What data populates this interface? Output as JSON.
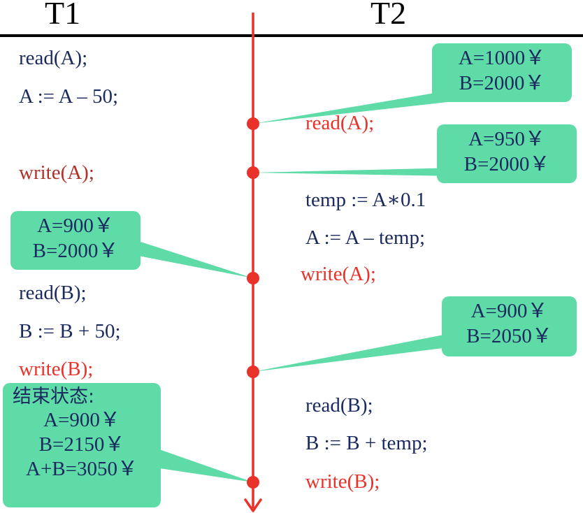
{
  "headers": {
    "t1": "T1",
    "t2": "T2"
  },
  "t1_statements": [
    {
      "text": "read(A);",
      "color": "navy"
    },
    {
      "text": "A := A – 50;",
      "color": "navy"
    },
    {
      "text": "write(A);",
      "color": "dark-red"
    },
    {
      "text": "read(B);",
      "color": "navy"
    },
    {
      "text": "B := B + 50;",
      "color": "navy"
    },
    {
      "text": "write(B);",
      "color": "red"
    }
  ],
  "t2_statements": [
    {
      "text": "read(A);",
      "color": "red"
    },
    {
      "text": "temp := A∗0.1",
      "color": "navy"
    },
    {
      "text": "A := A – temp;",
      "color": "navy"
    },
    {
      "text": "write(A);",
      "color": "red"
    },
    {
      "text": "read(B);",
      "color": "navy"
    },
    {
      "text": "B := B + temp;",
      "color": "navy"
    },
    {
      "text": "write(B);",
      "color": "red"
    }
  ],
  "callouts": [
    {
      "lines": [
        "A=1000￥",
        "B=2000￥"
      ]
    },
    {
      "lines": [
        "A=950￥",
        "B=2000￥"
      ]
    },
    {
      "lines": [
        "A=900￥",
        "B=2000￥"
      ]
    },
    {
      "lines": [
        "A=900￥",
        "B=2050￥"
      ]
    },
    {
      "lines": [
        "结束状态:",
        "A=900￥",
        "B=2150￥",
        "A+B=3050￥"
      ]
    }
  ],
  "colors": {
    "timeline": "#e8322a",
    "callout_fill": "#5fdba8",
    "navy_text": "#1a2a5e",
    "red_text": "#e8322a"
  }
}
